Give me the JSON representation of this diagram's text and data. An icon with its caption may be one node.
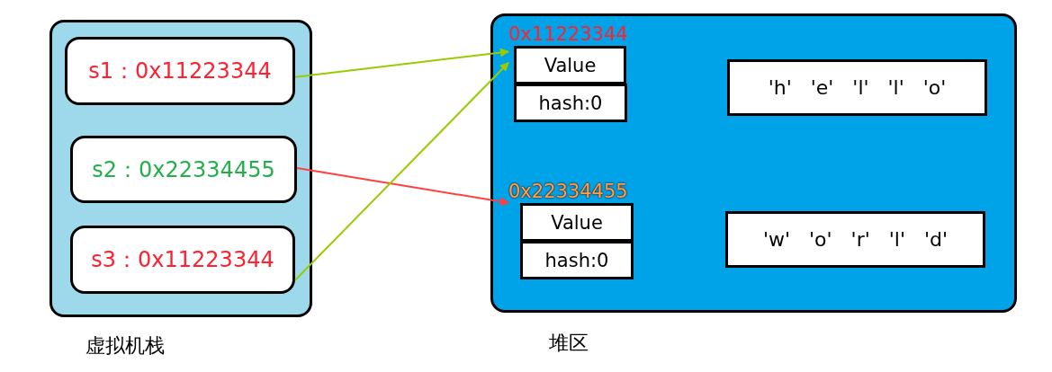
{
  "diagram": {
    "nodes": [
      {
        "text": [
          "虚拟机栈"
        ]
      },
      {
        "text": [
          "s1：0x11223344"
        ],
        "in": 0
      },
      {
        "text": [
          "s2：0x22334455"
        ],
        "in": 0
      },
      {
        "text": [
          "s3：0x11223344"
        ],
        "in": 0
      },
      {
        "text": [
          "堆区"
        ]
      },
      {
        "text": [
          "0x11223344"
        ],
        "in": 4
      },
      {
        "text": [
          "Value"
        ],
        "in": 5
      },
      {
        "text": [
          "hash:0"
        ],
        "in": 5
      },
      {
        "text": [
          "'h'   'e'   'l'   'l'   'o'"
        ],
        "in": 4
      },
      {
        "text": [
          "0x22334455"
        ],
        "in": 4
      },
      {
        "text": [
          "Value"
        ],
        "in": 9
      },
      {
        "text": [
          "hash:0"
        ],
        "in": 9
      },
      {
        "text": [
          "'w'   'o'   'r'   'l'   'd'"
        ],
        "in": 4
      }
    ],
    "edges": [
      {
        "from": 1,
        "to": 5,
        "arrow": "to"
      },
      {
        "from": 2,
        "to": 9,
        "arrow": "to",
        "color": "#ff4040"
      },
      {
        "from": 3,
        "to": 5,
        "arrow": "to"
      }
    ]
  }
}
